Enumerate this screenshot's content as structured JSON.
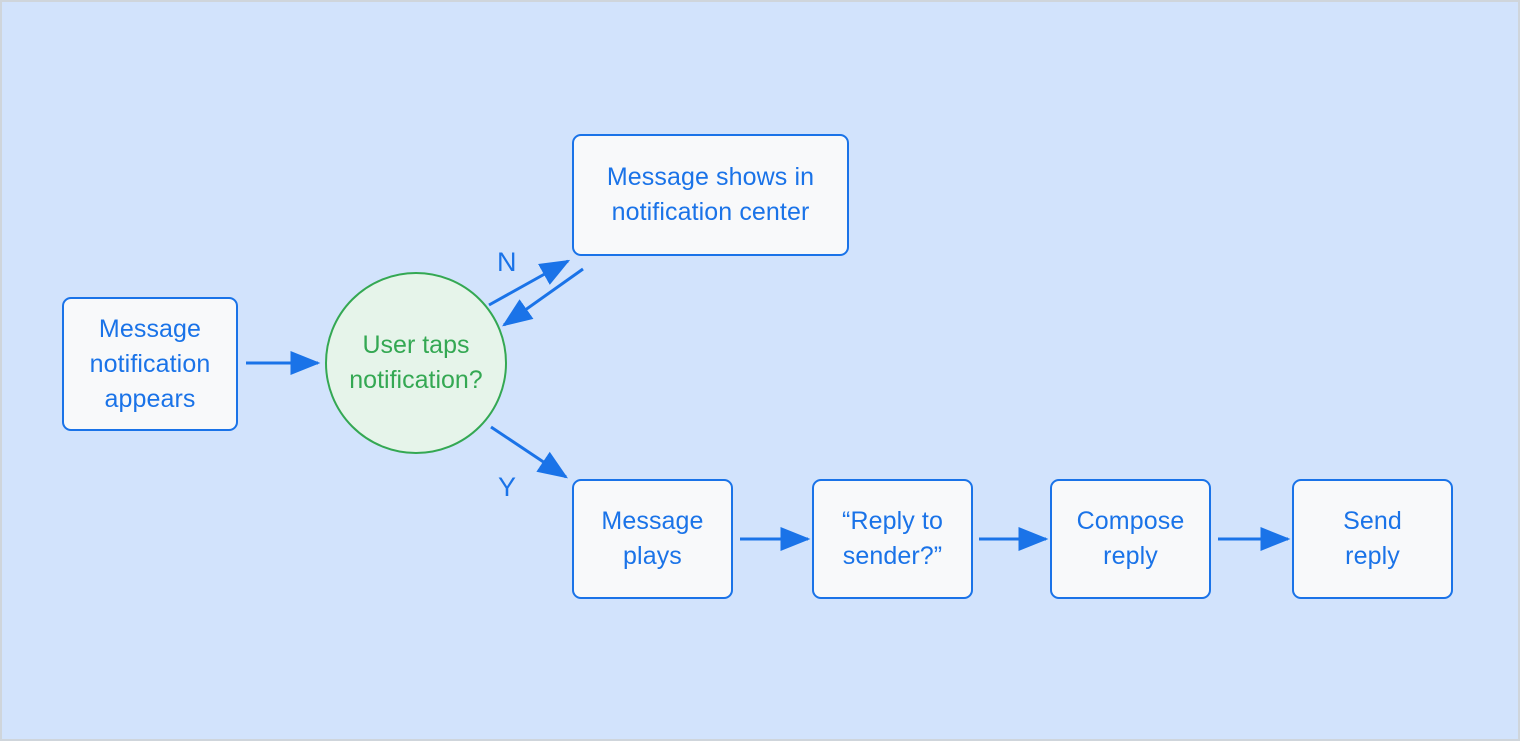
{
  "diagram": {
    "title": "Message notification flowchart",
    "background_color": "#d2e3fc",
    "border_color": "#cfd5db",
    "accent_blue": "#1a73e8",
    "accent_green": "#34a853",
    "node_fill": "#f8f9fa",
    "decision_fill": "#e6f4ea"
  },
  "nodes": {
    "start": {
      "label": "Message\nnotification\nappears"
    },
    "decision": {
      "label": "User taps\nnotification?"
    },
    "notification_center": {
      "label": "Message shows in\nnotification center"
    },
    "message_plays": {
      "label": "Message\nplays"
    },
    "reply_prompt": {
      "label": "“Reply to\nsender?”"
    },
    "compose_reply": {
      "label": "Compose\nreply"
    },
    "send_reply": {
      "label": "Send\nreply"
    }
  },
  "edge_labels": {
    "no": "N",
    "yes": "Y"
  }
}
